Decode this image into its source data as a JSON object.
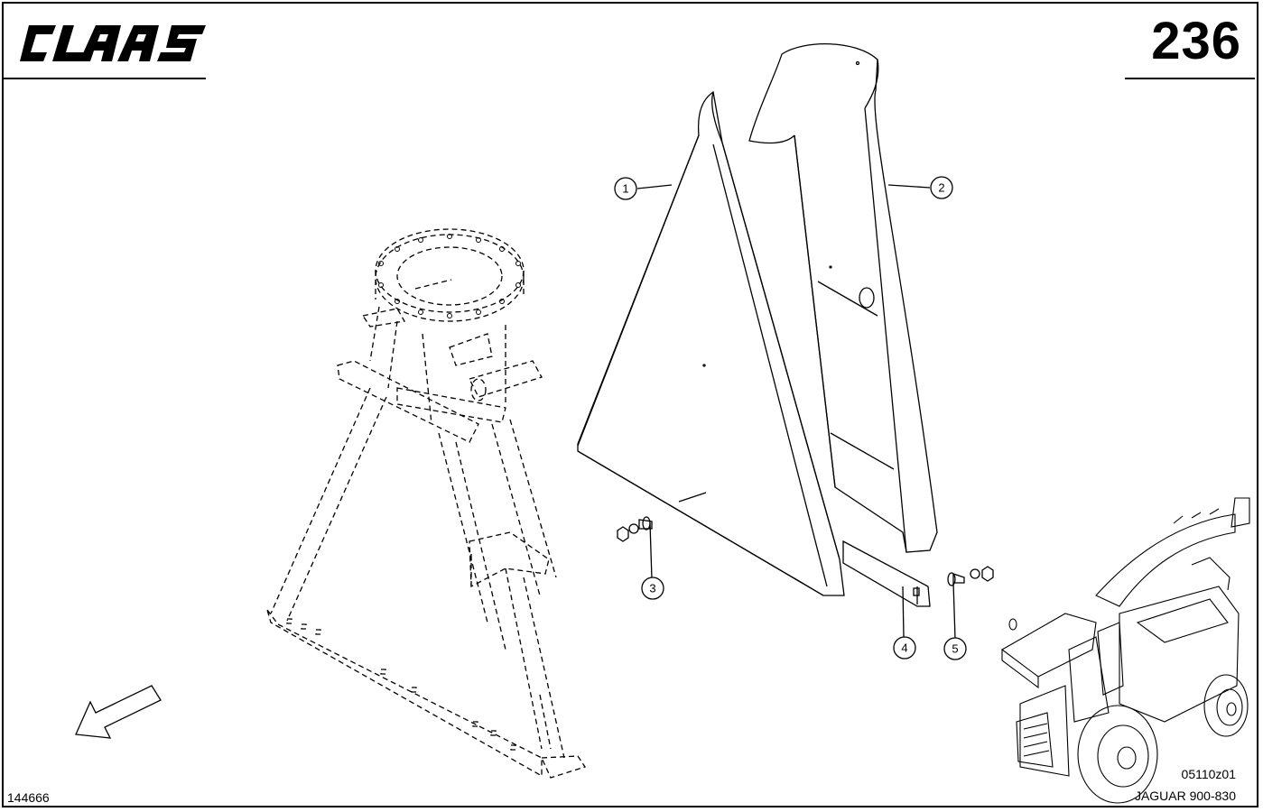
{
  "header": {
    "brand": "CLAAS",
    "page_number": "236"
  },
  "callouts": [
    {
      "id": "1",
      "label": "1"
    },
    {
      "id": "2",
      "label": "2"
    },
    {
      "id": "3",
      "label": "3"
    },
    {
      "id": "4",
      "label": "4"
    },
    {
      "id": "5",
      "label": "5"
    }
  ],
  "footer": {
    "drawing_number": "144666",
    "ref_code": "05110z01",
    "model": "JAGUAR 900-830"
  }
}
